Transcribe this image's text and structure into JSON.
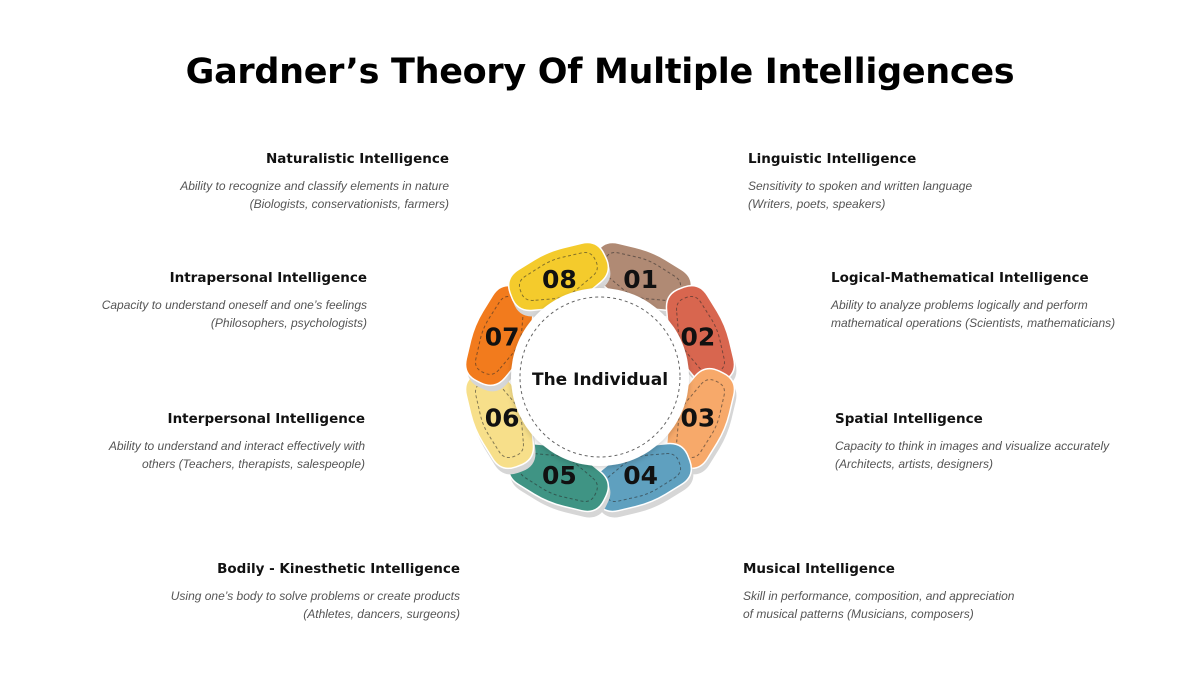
{
  "title": "Gardner’s Theory Of Multiple Intelligences",
  "center": {
    "label": "The Individual"
  },
  "items": [
    {
      "number": "01",
      "name": "Linguistic Intelligence",
      "desc1": "Sensitivity to spoken and written language",
      "desc2": "(Writers, poets, speakers)",
      "color": "#b08a74"
    },
    {
      "number": "02",
      "name": "Logical-Mathematical Intelligence",
      "desc1": "Ability to analyze problems logically and perform",
      "desc2": "mathematical operations (Scientists, mathematicians)",
      "color": "#d8664f"
    },
    {
      "number": "03",
      "name": "Spatial Intelligence",
      "desc1": "Capacity to think in images and visualize accurately",
      "desc2": "(Architects, artists, designers)",
      "color": "#f7a96a"
    },
    {
      "number": "04",
      "name": "Musical Intelligence",
      "desc1": "Skill in performance, composition, and appreciation",
      "desc2": "of musical patterns (Musicians, composers)",
      "color": "#5fa0bf"
    },
    {
      "number": "05",
      "name": "Bodily - Kinesthetic Intelligence",
      "desc1": "Using one’s body to solve problems or create products",
      "desc2": "(Athletes, dancers, surgeons)",
      "color": "#3f9484"
    },
    {
      "number": "06",
      "name": "Interpersonal Intelligence",
      "desc1": "Ability to understand and interact effectively with",
      "desc2": "others (Teachers, therapists, salespeople)",
      "color": "#f7df8a"
    },
    {
      "number": "07",
      "name": "Intrapersonal Intelligence",
      "desc1": "Capacity to understand oneself and one’s feelings",
      "desc2": "(Philosophers, psychologists)",
      "color": "#f27b1d"
    },
    {
      "number": "08",
      "name": "Naturalistic Intelligence",
      "desc1": "Ability to recognize and classify elements in nature",
      "desc2": "(Biologists, conservationists, farmers)",
      "color": "#f4cb2c"
    }
  ]
}
